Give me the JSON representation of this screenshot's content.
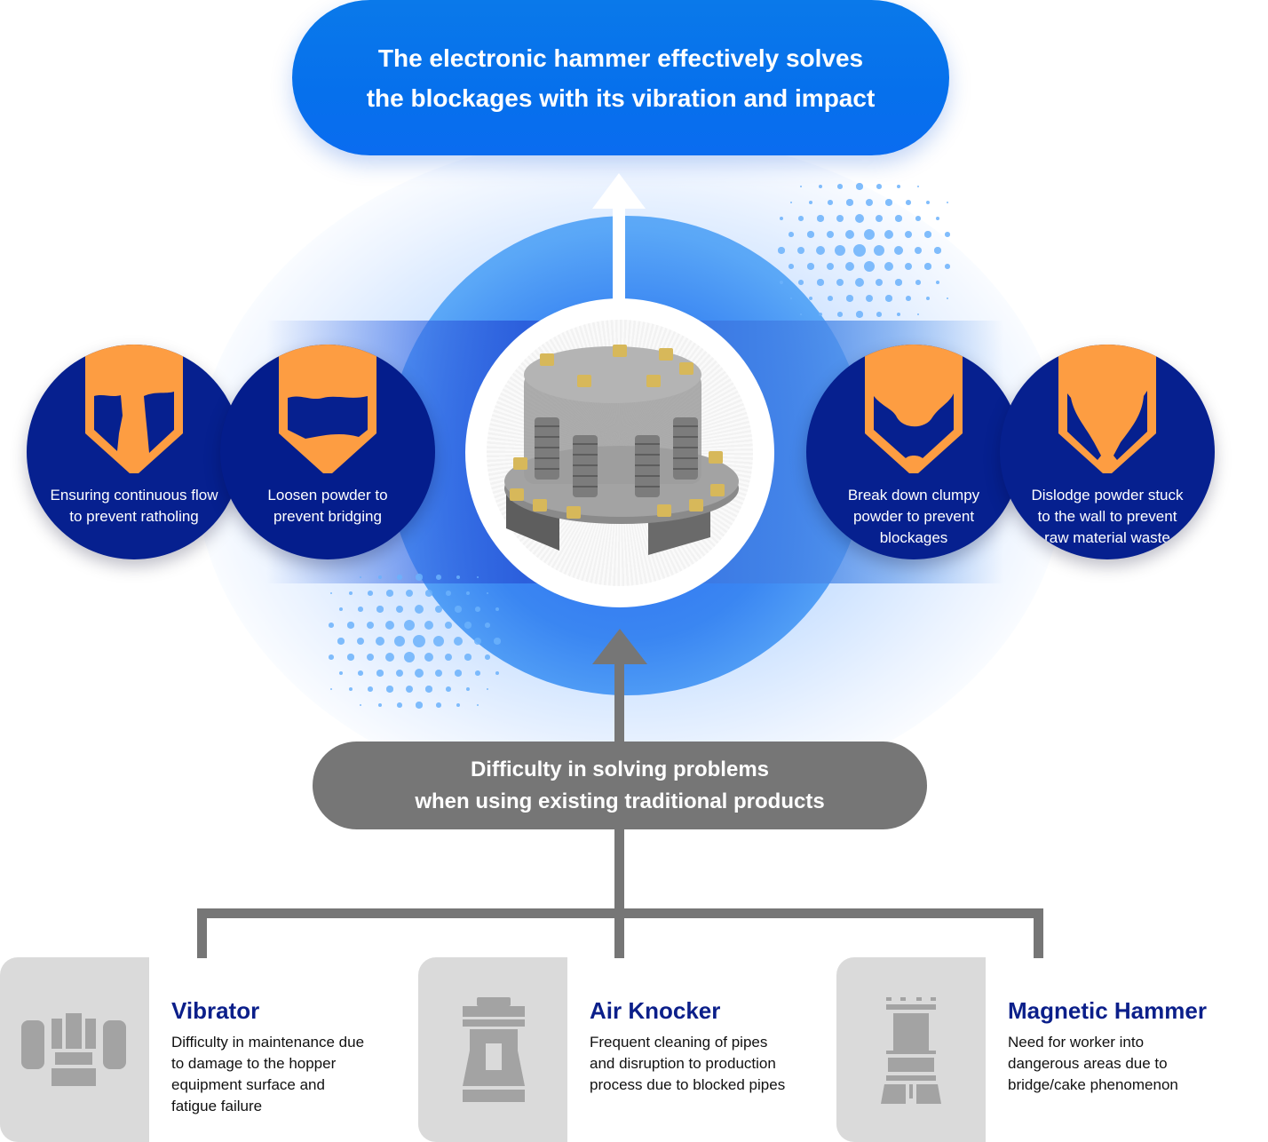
{
  "headline": {
    "line1": "The electronic hammer effectively solves",
    "line2": "the blockages with its vibration and impact"
  },
  "center_product": {
    "icon": "electronic-hammer-product-image"
  },
  "benefits": [
    {
      "icon": "hopper-ratholing-icon",
      "line1": "Ensuring continuous flow",
      "line2": "to prevent ratholing",
      "line3": ""
    },
    {
      "icon": "hopper-bridging-icon",
      "line1": "Loosen powder to",
      "line2": "prevent bridging",
      "line3": ""
    },
    {
      "icon": "hopper-clumping-icon",
      "line1": "Break down clumpy",
      "line2": "powder to prevent",
      "line3": "blockages"
    },
    {
      "icon": "hopper-wall-buildup-icon",
      "line1": "Dislodge powder stuck",
      "line2": "to the wall to prevent",
      "line3": "raw material waste"
    }
  ],
  "problem": {
    "line1": "Difficulty in solving problems",
    "line2": "when using existing traditional products"
  },
  "colors": {
    "primary_blue": "#0670ec",
    "navy": "#06208f",
    "orange": "#fd9d42",
    "gray": "#767676",
    "title_navy": "#0b1f8a"
  },
  "products": [
    {
      "icon": "vibrator-icon",
      "title": "Vibrator",
      "desc": [
        "Difficulty in maintenance due",
        "to damage to the hopper",
        "equipment surface and",
        "fatigue failure"
      ]
    },
    {
      "icon": "air-knocker-icon",
      "title": "Air Knocker",
      "desc": [
        "Frequent cleaning of pipes",
        "and disruption to production",
        "process due to blocked pipes"
      ]
    },
    {
      "icon": "magnetic-hammer-icon",
      "title": "Magnetic Hammer",
      "desc": [
        "Need for worker into",
        "dangerous areas due to",
        "bridge/cake phenomenon"
      ]
    }
  ]
}
